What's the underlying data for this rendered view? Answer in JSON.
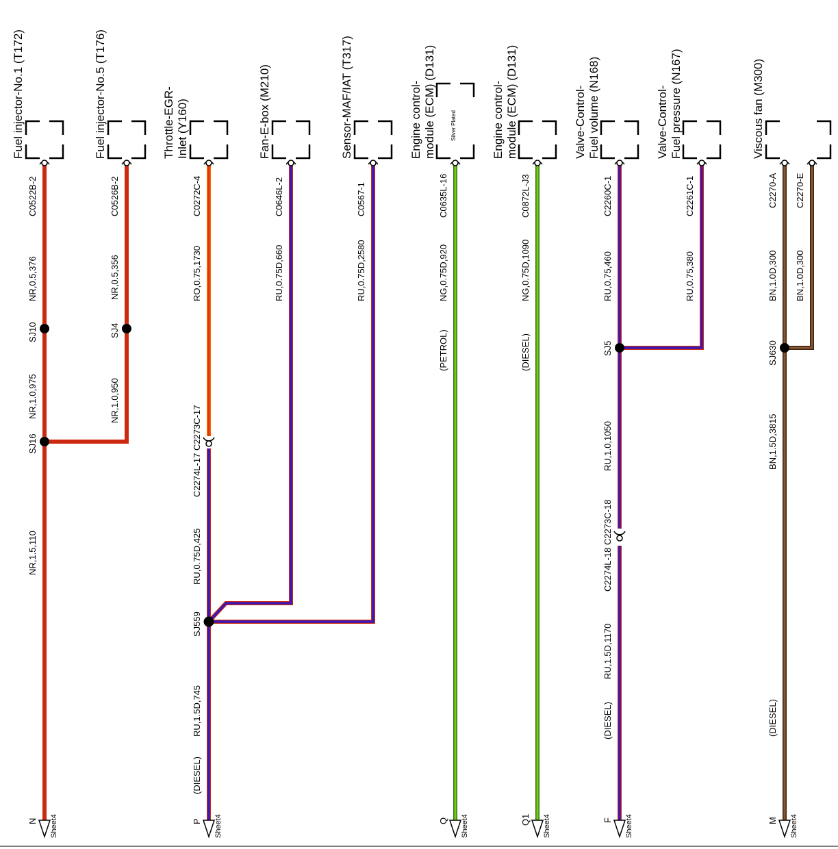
{
  "colors": {
    "NR": "#cc2a10",
    "RO_outer": "#ff5a00",
    "RO_inner": "#cc2a10",
    "RU_outer": "#cc2a10",
    "RU_inner": "#3a18b8",
    "NG_outer": "#2f7a12",
    "NG_inner": "#78c818",
    "BN_outer": "#3a2410",
    "BN_inner": "#8a5630",
    "dot": "#000000"
  },
  "sheet_ref": "Sheet4",
  "components": [
    {
      "id": "T172",
      "name_lines": [
        "Fuel injector-No.1 (T172)"
      ]
    },
    {
      "id": "T176",
      "name_lines": [
        "Fuel injector-No.5 (T176)"
      ]
    },
    {
      "id": "Y160",
      "name_lines": [
        "Throttle-EGR-",
        "Inlet (Y160)"
      ]
    },
    {
      "id": "M210",
      "name_lines": [
        "Fan-E-box (M210)"
      ]
    },
    {
      "id": "T317",
      "name_lines": [
        "Sensor-MAF/IAT (T317)"
      ]
    },
    {
      "id": "D131a",
      "name_lines": [
        "Engine control-",
        "module (ECM) (D131)"
      ],
      "note": "Silver Plated"
    },
    {
      "id": "D131b",
      "name_lines": [
        "Engine control-",
        "module (ECM) (D131)"
      ]
    },
    {
      "id": "N168",
      "name_lines": [
        "Valve-Control-",
        "Fuel volume (N168)"
      ]
    },
    {
      "id": "N167",
      "name_lines": [
        "Valve-Control-",
        "Fuel pressure (N167)"
      ]
    },
    {
      "id": "M300",
      "name_lines": [
        "Viscous fan (M300)"
      ]
    }
  ],
  "labels": {
    "c1_pin": "C0522B-2",
    "c1_w1": "NR,0.5,376",
    "c1_sj": "SJ10",
    "c1_w2": "NR,1.0,975",
    "c1_sj2": "SJ16",
    "c1_w3": "NR,1.5,110",
    "c1_out": "N",
    "c2_pin": "C0526B-2",
    "c2_w1": "NR,0.5,356",
    "c2_sj": "SJ4",
    "c2_w2": "NR,1.0,950",
    "c3_pin": "C0272C-4",
    "c3_w1": "RO,0.75,1730",
    "c3_conn_a": "C2274L-17 C2273C-17",
    "c3_w2": "RU,0.75D,425",
    "c3_sj": "SJ559",
    "c3_w3": "RU,1.5D,745",
    "c3_cond": "(DIESEL)",
    "c3_out": "P",
    "c4_pin": "C0646L-2",
    "c4_w1": "RU,0.75D,660",
    "c5_pin": "C0567-1",
    "c5_w1": "RU,0.75D,2580",
    "c6_pin": "C0635L-16",
    "c6_w1": "NG,0.75D,920",
    "c6_cond": "(PETROL)",
    "c6_out": "Q",
    "c7_pin": "C0872L-J3",
    "c7_w1": "NG,0.75D,1090",
    "c7_cond": "(DIESEL)",
    "c7_out": "Q1",
    "c8_pin": "C2260C-1",
    "c8_w1": "RU,0.75,460",
    "c8_sj": "SJ5",
    "c8_w2": "RU,1.0,1050",
    "c8_conn_a": "C2274L-18 C2273C-18",
    "c8_w3": "RU,1.5D,1170",
    "c8_cond": "(DIESEL)",
    "c8_out": "F",
    "c9_pin": "C2261C-1",
    "c9_w1": "RU,0.75,380",
    "c10_pin_a": "C2270-A",
    "c10_pin_e": "C2270-E",
    "c10_w1": "BN,1.0D,300",
    "c10_w1e": "BN,1.0D,300",
    "c10_sj": "SJ630",
    "c10_w2": "BN,1.5D,3815",
    "c10_cond": "(DIESEL)",
    "c10_out": "M"
  }
}
